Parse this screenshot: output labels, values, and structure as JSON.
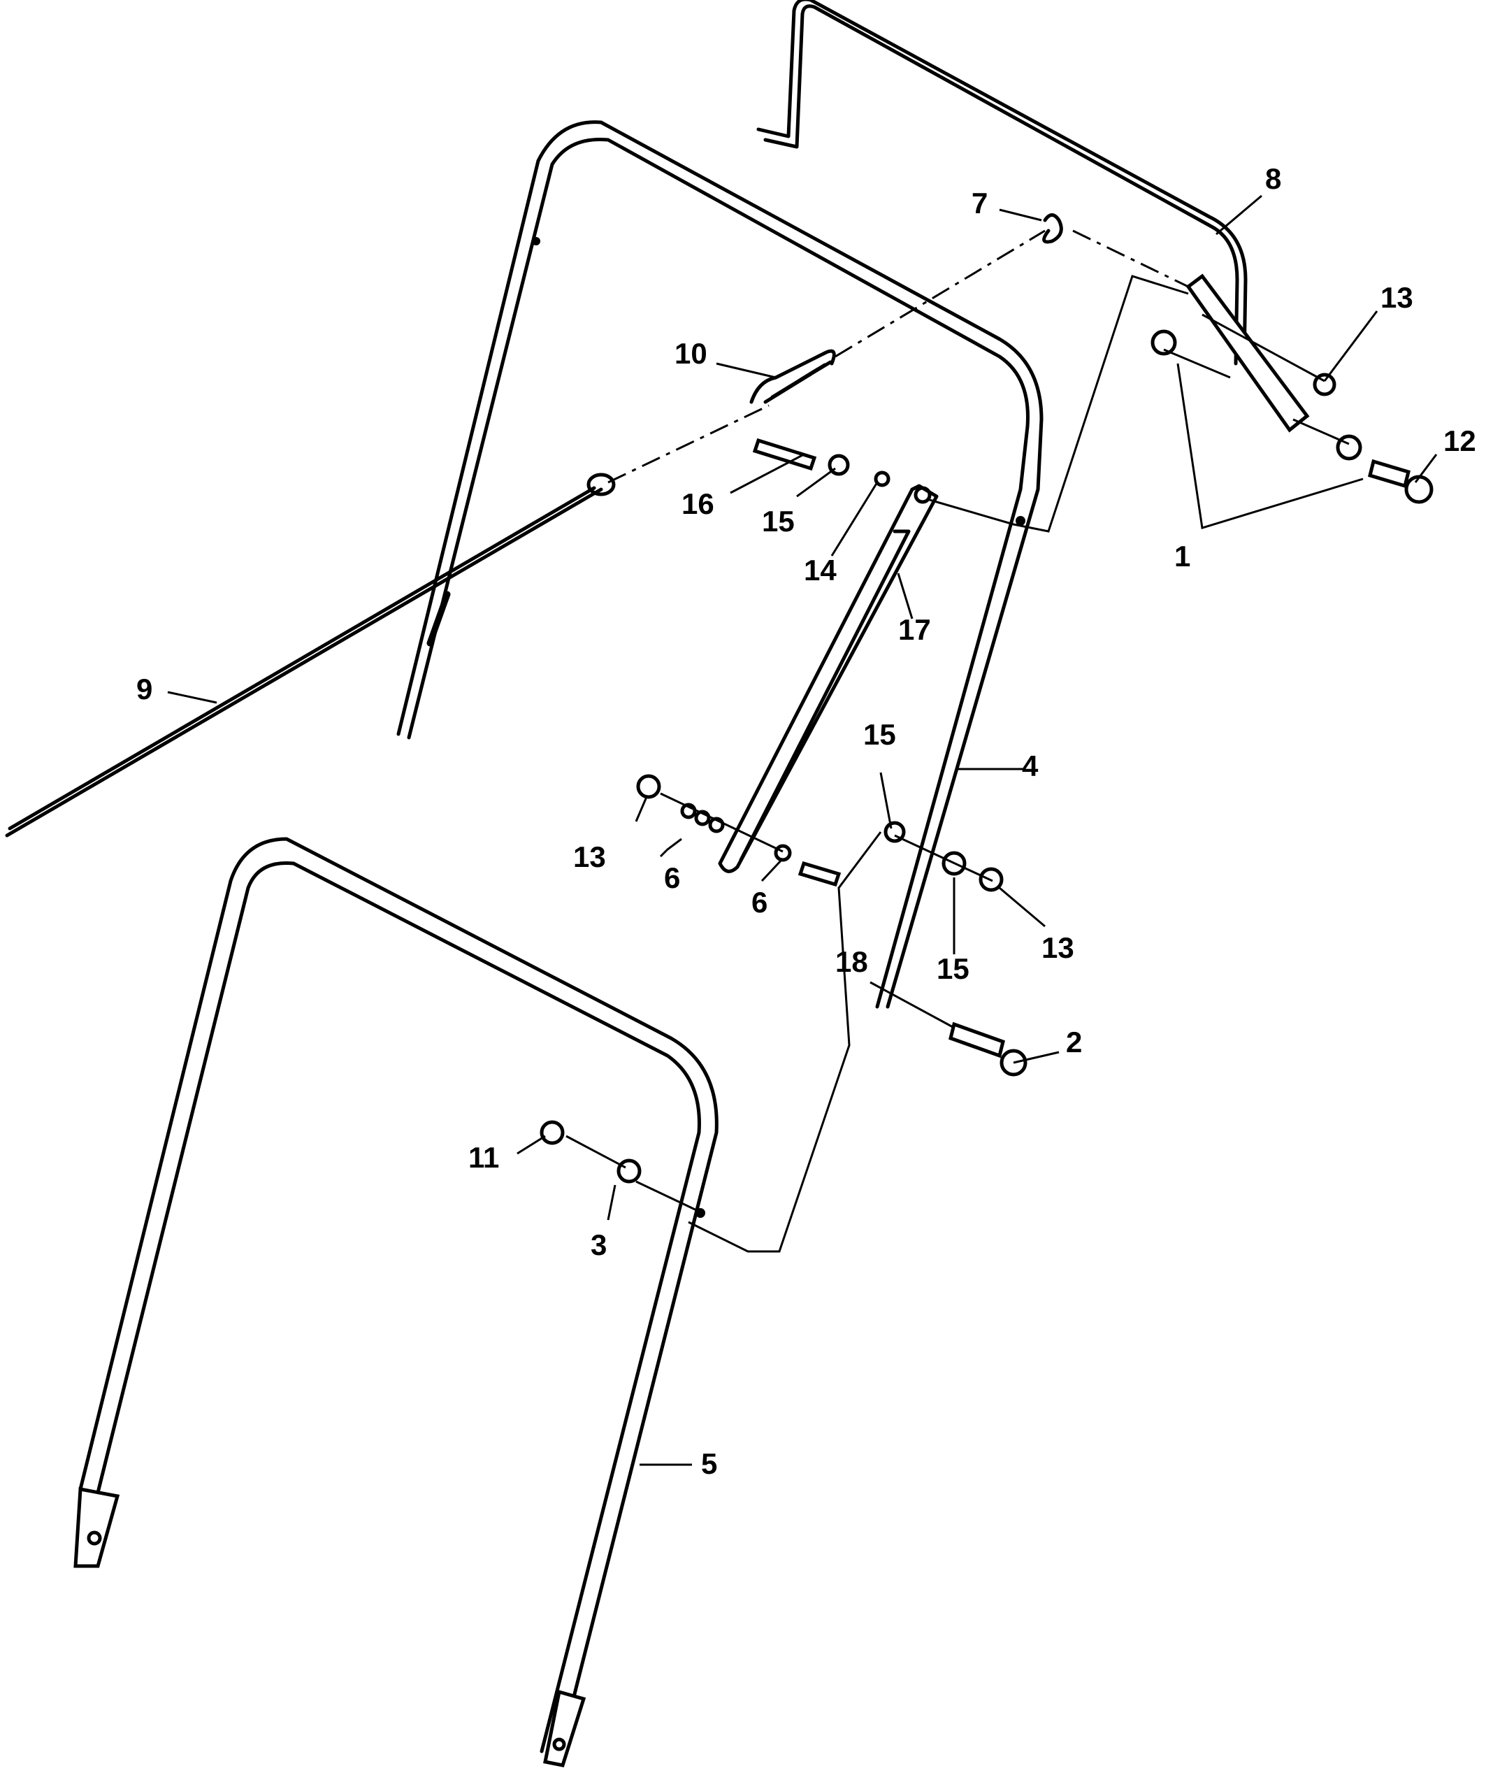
{
  "callouts": [
    {
      "id": "c1",
      "text": "1"
    },
    {
      "id": "c2",
      "text": "2"
    },
    {
      "id": "c3",
      "text": "3"
    },
    {
      "id": "c4",
      "text": "4"
    },
    {
      "id": "c5",
      "text": "5"
    },
    {
      "id": "c6a",
      "text": "6"
    },
    {
      "id": "c6b",
      "text": "6"
    },
    {
      "id": "c7",
      "text": "7"
    },
    {
      "id": "c8",
      "text": "8"
    },
    {
      "id": "c9",
      "text": "9"
    },
    {
      "id": "c10",
      "text": "10"
    },
    {
      "id": "c11",
      "text": "11"
    },
    {
      "id": "c12",
      "text": "12"
    },
    {
      "id": "c13a",
      "text": "13"
    },
    {
      "id": "c13b",
      "text": "13"
    },
    {
      "id": "c13c",
      "text": "13"
    },
    {
      "id": "c14",
      "text": "14"
    },
    {
      "id": "c15a",
      "text": "15"
    },
    {
      "id": "c15b",
      "text": "15"
    },
    {
      "id": "c15c",
      "text": "15"
    },
    {
      "id": "c16",
      "text": "16"
    },
    {
      "id": "c17",
      "text": "17"
    },
    {
      "id": "c18",
      "text": "18"
    }
  ]
}
